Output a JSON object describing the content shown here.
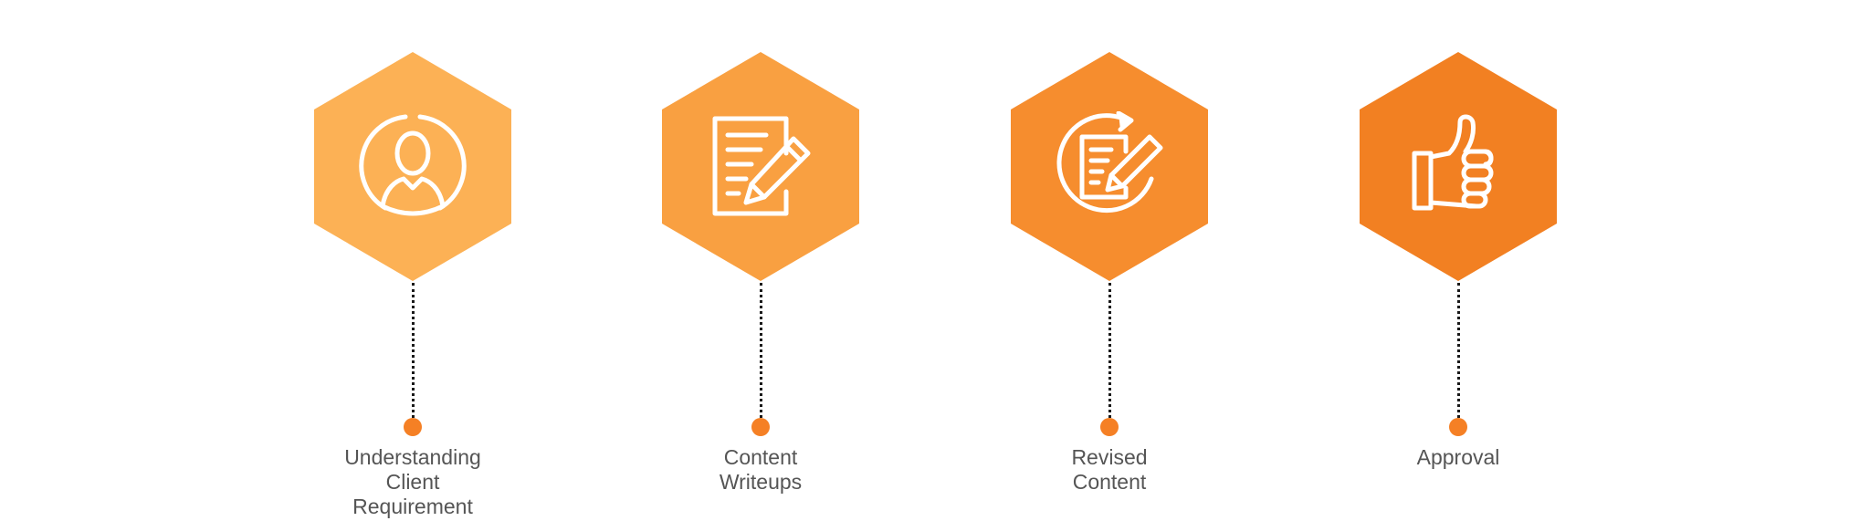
{
  "steps": [
    {
      "icon": "user-profile-icon",
      "color": "#fcb155",
      "label_lines": [
        "Understanding",
        "Client",
        "Requirement"
      ]
    },
    {
      "icon": "document-pencil-icon",
      "color": "#f9a041",
      "label_lines": [
        "Content",
        "Writeups"
      ]
    },
    {
      "icon": "revise-document-icon",
      "color": "#f68d2e",
      "label_lines": [
        "Revised",
        "Content"
      ]
    },
    {
      "icon": "thumbs-up-icon",
      "color": "#f28022",
      "label_lines": [
        "Approval"
      ]
    }
  ],
  "colors": {
    "connector": "#1a1a1a",
    "dot": "#f58025",
    "label_text": "#555555",
    "icon_stroke": "#ffffff"
  }
}
